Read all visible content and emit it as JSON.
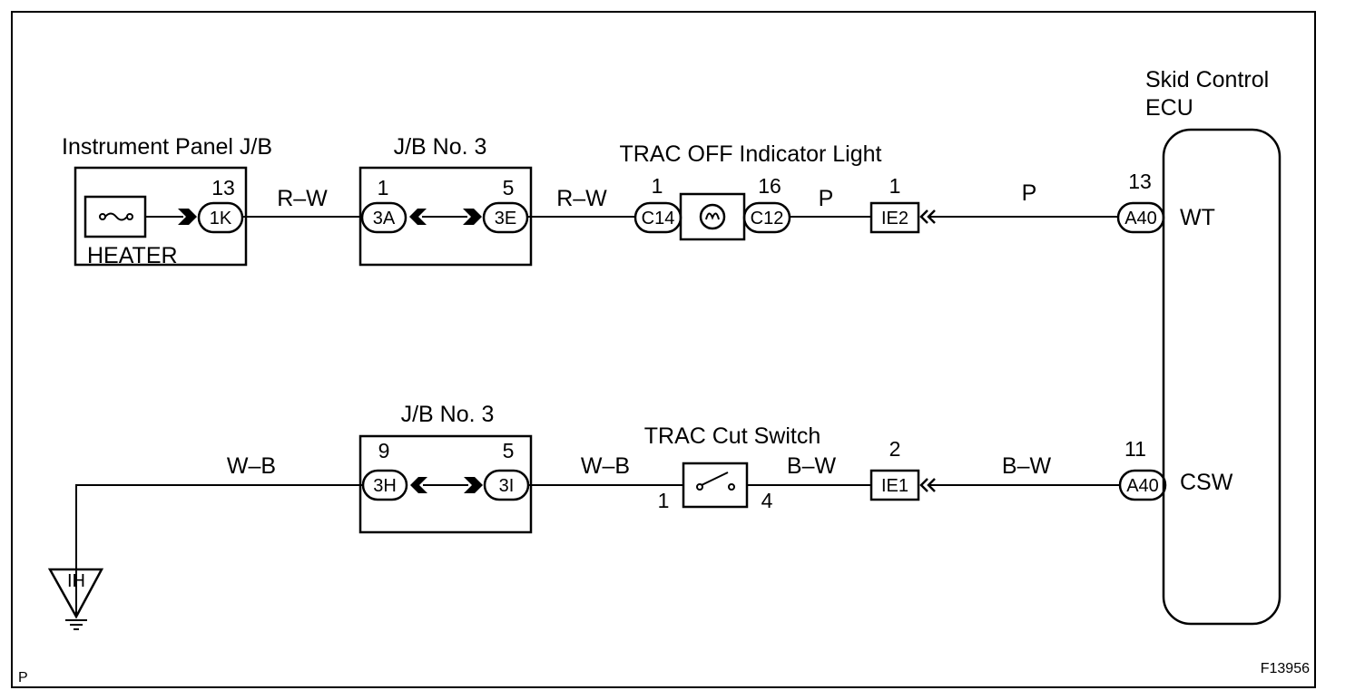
{
  "components": {
    "instrument_panel_jb": "Instrument Panel J/B",
    "heater_fuse": "HEATER",
    "jb3_top": "J/B No. 3",
    "jb3_bottom": "J/B No. 3",
    "indicator_light": "TRAC OFF Indicator Light",
    "cut_switch": "TRAC Cut Switch",
    "ecu_line1": "Skid Control",
    "ecu_line2": "ECU"
  },
  "connectors": {
    "c_1k": "1K",
    "c_3a": "3A",
    "c_3e": "3E",
    "c_c14": "C14",
    "c_c12": "C12",
    "c_ie2": "IE2",
    "c_a40_top": "A40",
    "c_3h": "3H",
    "c_3i": "3I",
    "c_ie1": "IE1",
    "c_a40_bottom": "A40",
    "ground": "IH"
  },
  "pins": {
    "p_1k": "13",
    "p_3a": "1",
    "p_3e": "5",
    "p_c14": "1",
    "p_c12": "16",
    "p_ie2": "1",
    "p_a40_top": "13",
    "p_3h": "9",
    "p_3i": "5",
    "p_sw_in": "1",
    "p_sw_out": "4",
    "p_ie1": "2",
    "p_a40_bottom": "11"
  },
  "wires": {
    "w1": "R–W",
    "w2": "R–W",
    "w3": "P",
    "w4": "P",
    "w5": "W–B",
    "w6": "W–B",
    "w7": "B–W",
    "w8": "B–W"
  },
  "terminals": {
    "wt": "WT",
    "csw": "CSW"
  },
  "footer": {
    "code": "P",
    "figure_id": "F13956"
  }
}
